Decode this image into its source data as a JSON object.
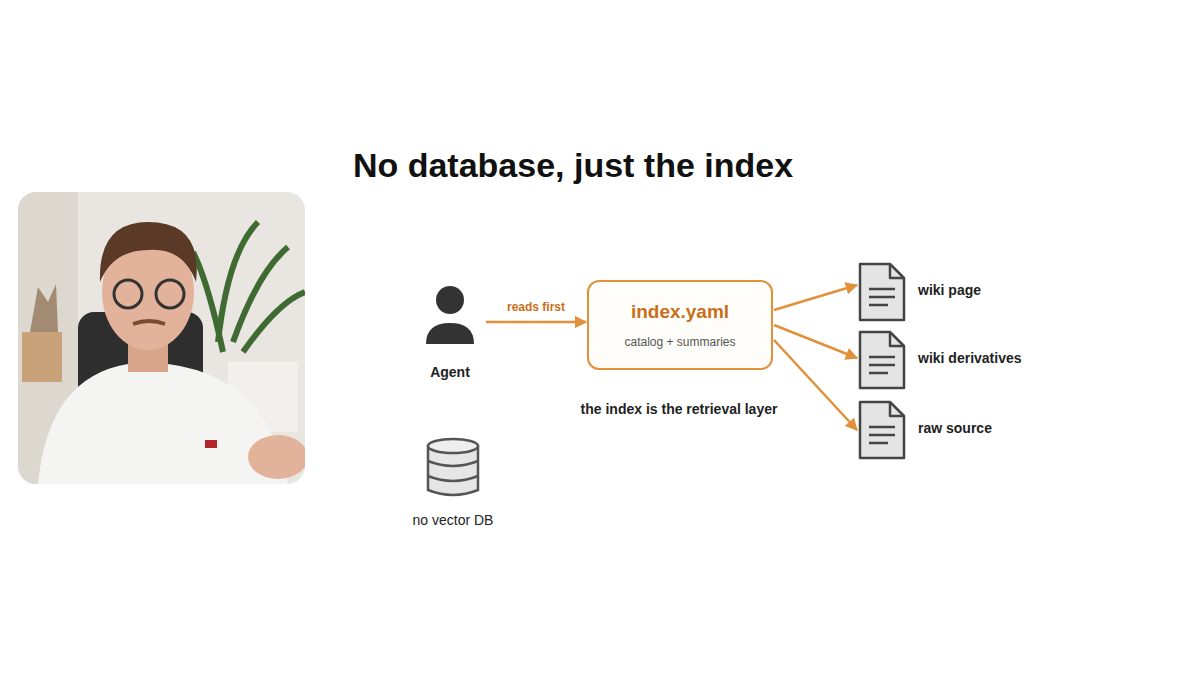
{
  "diagram": {
    "title": "No database, just the index",
    "nodes": [
      {
        "text": [
          "Agent"
        ]
      },
      {
        "text": [
          "index.yaml",
          "catalog + summaries"
        ]
      },
      {
        "text": [
          "wiki page"
        ]
      },
      {
        "text": [
          "wiki derivatives"
        ]
      },
      {
        "text": [
          "raw source"
        ]
      },
      {
        "text": [
          "no vector DB"
        ]
      }
    ],
    "edges": [
      {
        "from": 0,
        "to": 1,
        "label": "reads first",
        "arrow": "to"
      },
      {
        "from": 1,
        "to": 2,
        "arrow": "to"
      },
      {
        "from": 1,
        "to": 3,
        "arrow": "to"
      },
      {
        "from": 1,
        "to": 4,
        "arrow": "to"
      }
    ],
    "labels": [
      "the index is the retrieval layer"
    ]
  }
}
